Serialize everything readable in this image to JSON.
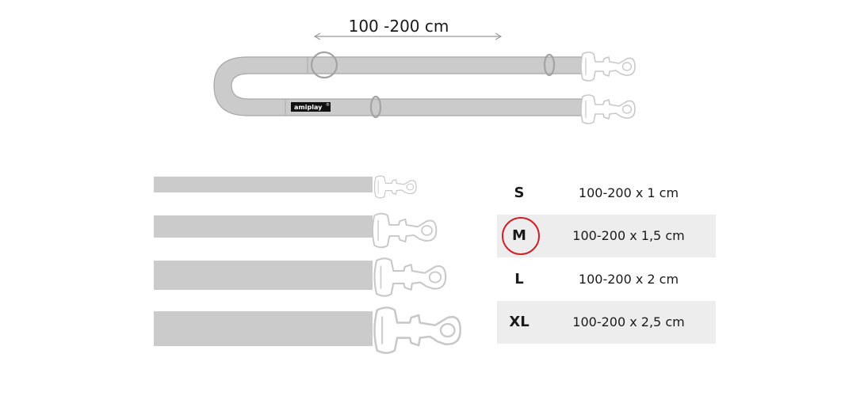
{
  "diagram": {
    "length_label": "100 -200 cm",
    "brand_label": "amiplay",
    "brand_mark": "®"
  },
  "sizes": [
    {
      "code": "S",
      "dimensions": "100-200 x 1 cm",
      "shaded": false,
      "highlighted": false
    },
    {
      "code": "M",
      "dimensions": "100-200 x 1,5 cm",
      "shaded": true,
      "highlighted": true
    },
    {
      "code": "L",
      "dimensions": "100-200 x 2 cm",
      "shaded": false,
      "highlighted": false
    },
    {
      "code": "XL",
      "dimensions": "100-200 x 2,5 cm",
      "shaded": true,
      "highlighted": false
    }
  ],
  "colors": {
    "strap_fill": "#cbcbcb",
    "strap_stroke": "#a8a8a8",
    "hook_stroke": "#c8c8c8",
    "highlight": "#cc2128",
    "row_shade": "#ededed"
  }
}
